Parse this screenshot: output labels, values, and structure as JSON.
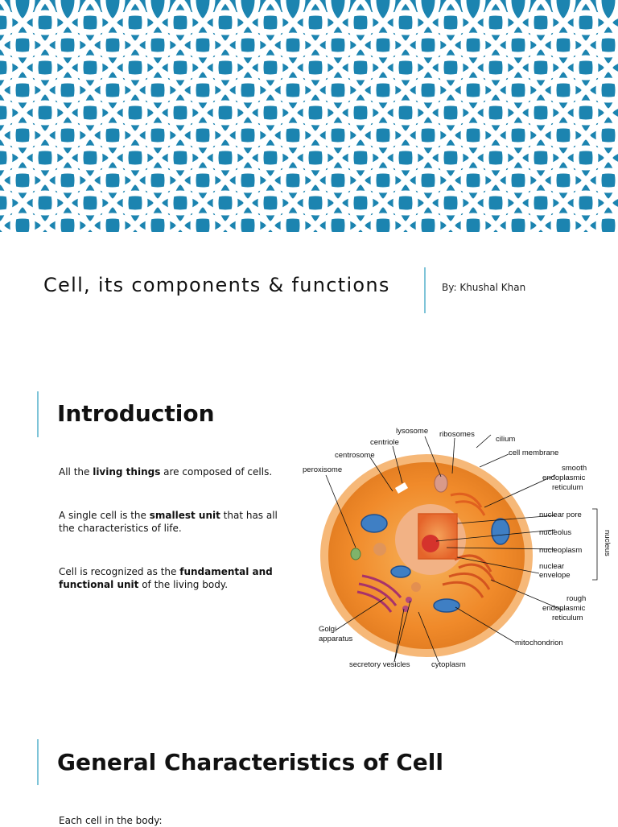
{
  "title_slide": {
    "title": "Cell, its components &  functions",
    "author": "By: Khushal Khan"
  },
  "colors": {
    "banner_blue": "#1c84b0",
    "accent_line": "#7ec4d8"
  },
  "introduction": {
    "heading": "Introduction",
    "para1": {
      "pre": "All the ",
      "bold": "living things",
      "post": " are composed of cells."
    },
    "para2": {
      "pre": "A single cell is the ",
      "bold": "smallest unit",
      "post": " that has all the characteristics of life."
    },
    "para3": {
      "pre": "Cell is recognized as the ",
      "bold": "fundamental and functional unit",
      "post": " of the living body."
    }
  },
  "diagram": {
    "labels": {
      "lysosome": "lysosome",
      "ribosomes": "ribosomes",
      "cilium": "cilium",
      "centriole": "centriole",
      "cell_membrane": "cell membrane",
      "centrosome": "centrosome",
      "smooth_er_1": "smooth",
      "smooth_er_2": "endoplasmic",
      "smooth_er_3": "reticulum",
      "peroxisome": "peroxisome",
      "nuclear_pore": "nuclear pore",
      "nucleolus": "nucleolus",
      "nucleoplasm": "nucleoplasm",
      "nuclear_envelope_1": "nuclear",
      "nuclear_envelope_2": "envelope",
      "nucleus": "nucleus",
      "rough_er_1": "rough",
      "rough_er_2": "endoplasmic",
      "rough_er_3": "reticulum",
      "golgi_1": "Golgi",
      "golgi_2": "apparatus",
      "mitochondrion": "mitochondrion",
      "secretory_vesicles": "secretory vesicles",
      "cytoplasm": "cytoplasm"
    }
  },
  "general": {
    "heading": "General Characteristics of Cell",
    "intro": "Each cell in the body:"
  }
}
